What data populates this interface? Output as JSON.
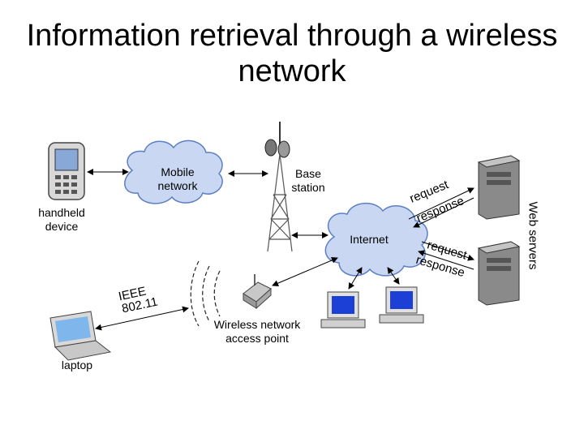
{
  "title": "Information retrieval through a wireless network",
  "nodes": {
    "mobile_network": "Mobile network",
    "base_station": "Base station",
    "handheld_device": "handheld device",
    "internet": "Internet",
    "web_servers": "Web servers",
    "laptop": "laptop",
    "access_point": "Wireless network access point",
    "ieee_line1": "IEEE",
    "ieee_line2": "802.11"
  },
  "links": {
    "request_top": "request",
    "response_top": "response",
    "request_bottom": "request",
    "response_bottom": "response"
  },
  "colors": {
    "cloud_fill": "#c9d7f2",
    "cloud_stroke": "#5b7fc4",
    "server_body": "#9a9a9a",
    "monitor_screen": "#1c3fd6"
  }
}
